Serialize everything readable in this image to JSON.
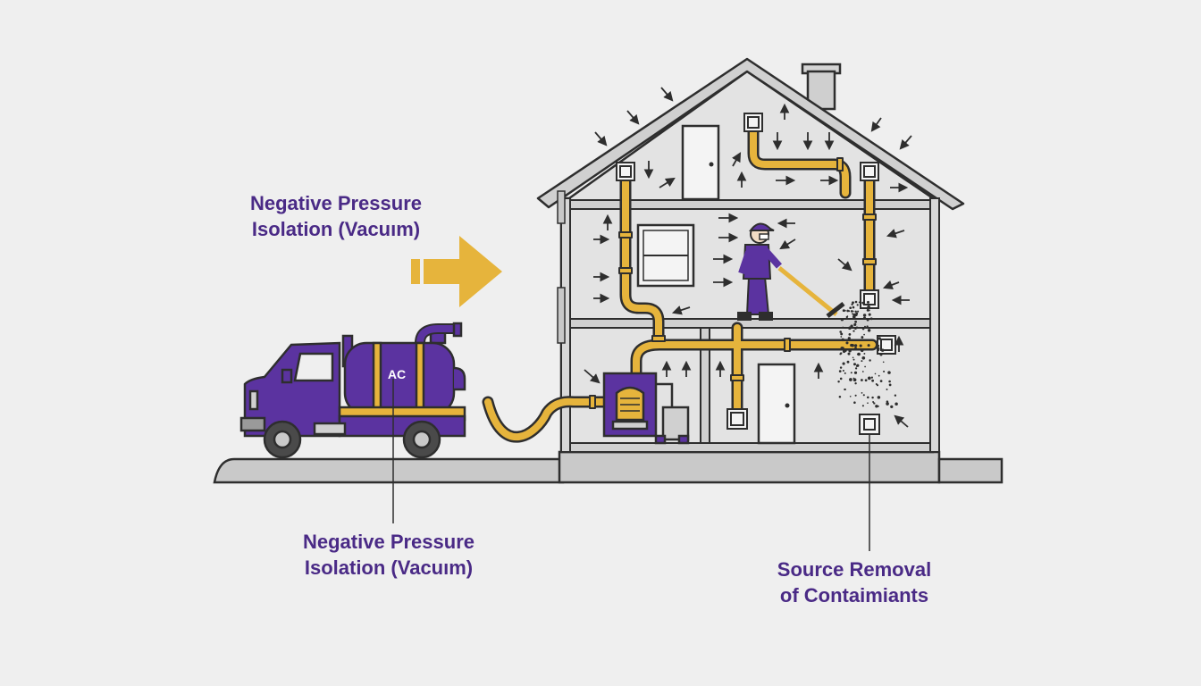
{
  "labels": {
    "top_left": {
      "line1": "Negative Pressure",
      "line2": "Isolation (Vacuım)"
    },
    "bottom_center": {
      "line1": "Negative Pressure",
      "line2": "Isolation (Vacuım)"
    },
    "bottom_right": {
      "line1": "Source Removal",
      "line2": "of Contaimiants"
    }
  },
  "truck": {
    "tank_text": "AC"
  },
  "colors": {
    "purple": "#5b33a0",
    "dark_purple": "#4a2a86",
    "yellow": "#e6b43c",
    "outline": "#2e2e2e",
    "wall": "#dcdcdc",
    "background": "#efefef"
  },
  "icons": [
    "vacuum-truck-icon",
    "air-scrubber-icon",
    "technician-icon",
    "air-vent-icon",
    "airflow-arrow-icon",
    "dust-particles-icon"
  ]
}
